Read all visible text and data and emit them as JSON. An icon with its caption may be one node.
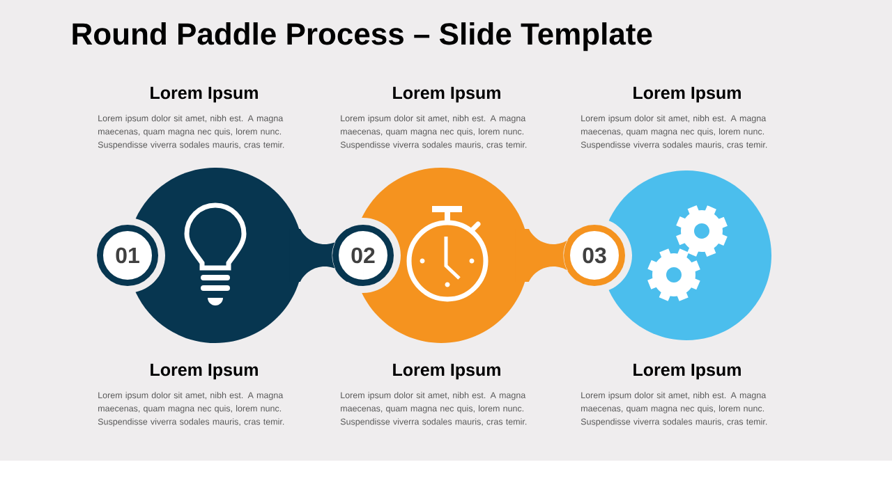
{
  "diagram": {
    "title": "Round Paddle Process – Slide Template",
    "nodes": [
      {
        "text": [],
        "shape": "circle"
      },
      {
        "text": [
          "01"
        ]
      },
      {
        "text": [],
        "shape": "circle"
      },
      {
        "text": [
          "02"
        ]
      },
      {
        "text": [],
        "shape": "circle"
      },
      {
        "text": [
          "03"
        ]
      }
    ],
    "labels": [
      "Lorem Ipsum",
      "Lorem ipsum dolor sit amet, nibh est. A magna maecenas, quam magna nec quis, lorem nunc. Suspendisse viverra sodales mauris, cras temir.",
      "Lorem Ipsum",
      "Lorem ipsum dolor sit amet, nibh est. A magna maecenas, quam magna nec quis, lorem nunc. Suspendisse viverra sodales mauris, cras temir.",
      "Lorem Ipsum",
      "Lorem ipsum dolor sit amet, nibh est. A magna maecenas, quam magna nec quis, lorem nunc. Suspendisse viverra sodales mauris, cras temir.",
      "Lorem Ipsum",
      "Lorem ipsum dolor sit amet, nibh est. A magna maecenas, quam magna nec quis, lorem nunc. Suspendisse viverra sodales mauris, cras temir.",
      "Lorem Ipsum",
      "Lorem ipsum dolor sit amet, nibh est. A magna maecenas, quam magna nec quis, lorem nunc. Suspendisse viverra sodales mauris, cras temir.",
      "Lorem Ipsum",
      "Lorem ipsum dolor sit amet, nibh est. A magna maecenas, quam magna nec quis, lorem nunc. Suspendisse viverra sodales mauris, cras temir."
    ]
  }
}
